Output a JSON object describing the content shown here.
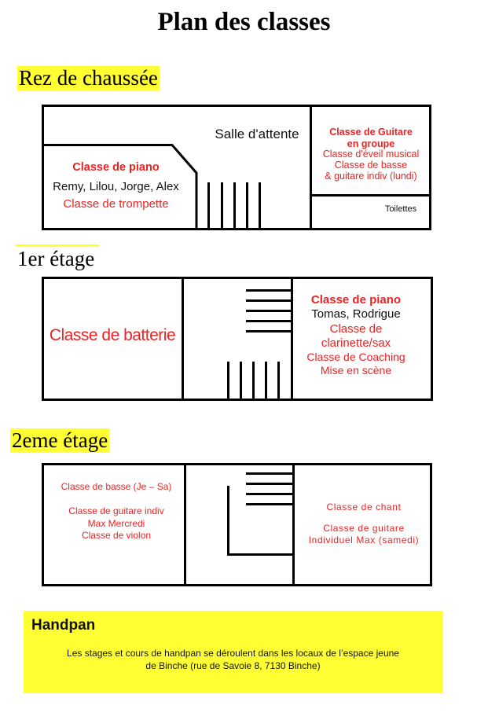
{
  "title": "Plan des classes",
  "floors": {
    "ground": {
      "label": "Rez de chaussée",
      "waiting": "Salle d'attente",
      "left_lines": [
        "Classe de piano",
        "Remy, Lilou, Jorge, Alex",
        "Classe de trompette"
      ],
      "right_lines": [
        "Classe de Guitare",
        "en groupe",
        "Classe d'éveil musical",
        "Classe de basse",
        "& guitare indiv (lundi)"
      ],
      "toilets": "Toilettes"
    },
    "first": {
      "label": "1er étage",
      "left_room": "Classe de batterie",
      "right_lines": [
        "Classe de piano",
        "Tomas, Rodrigue",
        "Classe de",
        "clarinette/sax",
        "Classe de Coaching",
        "Mise en scène"
      ]
    },
    "second": {
      "label": "2eme étage",
      "left_lines": [
        "Classe de basse (Je – Sa)",
        "Classe de guitare indiv",
        "Max Mercredi",
        "Classe de violon"
      ],
      "right_lines": [
        "Classe de chant",
        "Classe de guitare",
        "Individuel Max (samedi)"
      ]
    }
  },
  "handpan": {
    "title": "Handpan",
    "text_lines": [
      "Les stages et cours de handpan se déroulent dans les locaux de l’espace jeune",
      "de Binche (rue de Savoie 8, 7130 Binche)"
    ]
  },
  "colors": {
    "highlight": "#ffff33",
    "room_text": "#ee2222",
    "walls": "#000000"
  }
}
